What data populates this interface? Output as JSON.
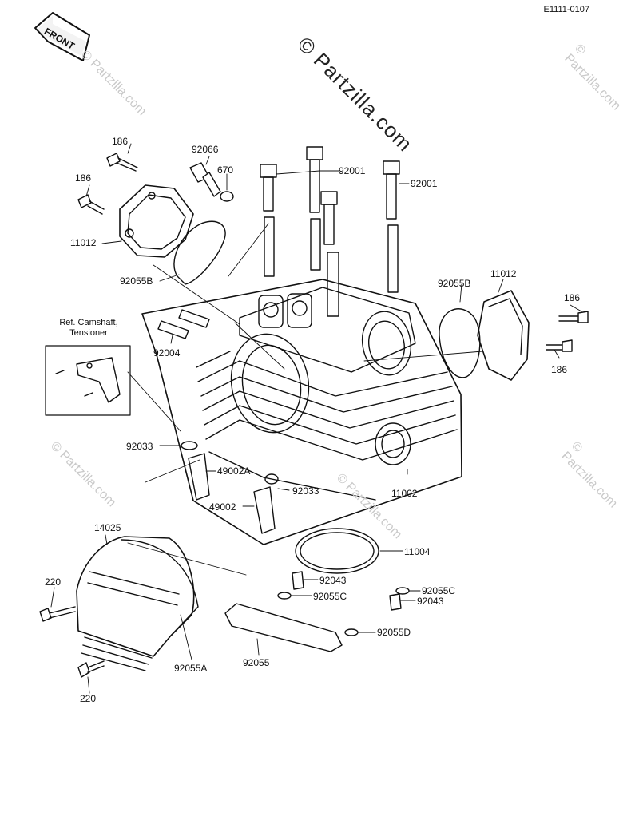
{
  "diagram_code": "E1111-0107",
  "front_badge": "FRONT",
  "watermark": "© Partzilla.com",
  "watermark_small": "© Partzilla.com",
  "reference_note": "Ref. Camshaft, Tensioner",
  "labels": {
    "l186_top": "186",
    "l186_mid": "186",
    "l11012_left": "11012",
    "l92055b_left": "92055B",
    "l92066": "92066",
    "l670": "670",
    "l92001_a": "92001",
    "l92001_b": "92001",
    "l92004": "92004",
    "l92055b_right": "92055B",
    "l11012_right": "11012",
    "l186_right_top": "186",
    "l186_right_bot": "186",
    "l92033_left": "92033",
    "l49002a": "49002A",
    "l92033_mid": "92033",
    "l49002": "49002",
    "l11002": "11002",
    "l14025": "14025",
    "l11004": "11004",
    "l92043_a": "92043",
    "l92055c_a": "92055C",
    "l92055c_b": "92055C",
    "l92043_b": "92043",
    "l220_top": "220",
    "l92055d": "92055D",
    "l92055": "92055",
    "l92055a": "92055A",
    "l220_bot": "220"
  }
}
